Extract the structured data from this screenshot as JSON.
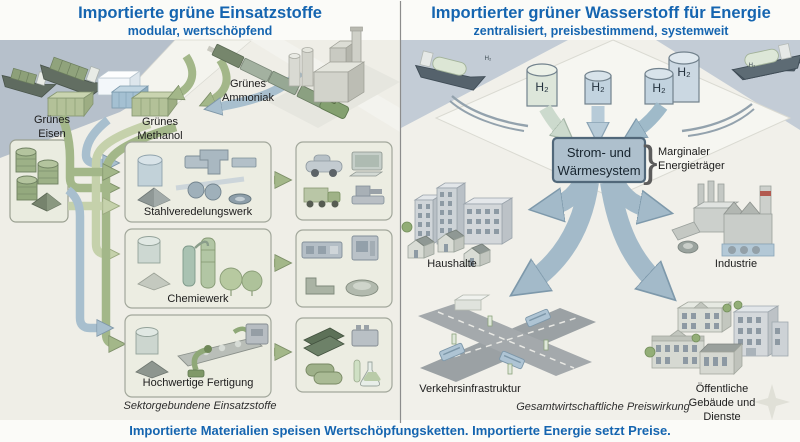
{
  "header": {
    "left_title": "Importierte grüne Einsatzstoffe",
    "left_subtitle": "modular, wertschöpfend",
    "right_title": "Importierter grüner Wasserstoff für Energie",
    "right_subtitle": "zentralisiert, preisbestimmend, systemweit"
  },
  "left_panel": {
    "labels": {
      "green_iron": "Grünes\nEisen",
      "green_methanol": "Grünes\nMethanol",
      "green_ammonia": "Grünes\nAmmoniak"
    },
    "process_plants": [
      {
        "label": "Stahlveredelungswerk"
      },
      {
        "label": "Chemiewerk"
      },
      {
        "label": "Hochwertige Fertigung"
      }
    ],
    "caption": "Sektorgebundene Einsatzstoffe"
  },
  "right_panel": {
    "h2_label": "H₂",
    "system_box": "Strom- und\nWärmesystem",
    "bracket": "}",
    "marginal_label": "Marginaler\nEnergieträger",
    "consumers": [
      {
        "label": "Haushalte"
      },
      {
        "label": "Industrie"
      },
      {
        "label": "Verkehrsinfrastruktur"
      },
      {
        "label": "Öffentliche Gebäude und Dienste"
      }
    ],
    "caption": "Gesamtwirtschaftliche Preiswirkung"
  },
  "footer": {
    "caption": "Importierte Materialien speisen Wertschöpfungsketten. Importierte Energie setzt Preise."
  },
  "colors": {
    "title_blue": "#1565b0",
    "arrow_green": "#a3b789",
    "arrow_light_green": "#c5d1ab",
    "arrow_blue": "#a8bfce",
    "arrow_big_blue": "#a3bac9",
    "water": "#b6c0cb",
    "box_fill": "#ecede2",
    "system_box_fill": "#aec0cd"
  }
}
